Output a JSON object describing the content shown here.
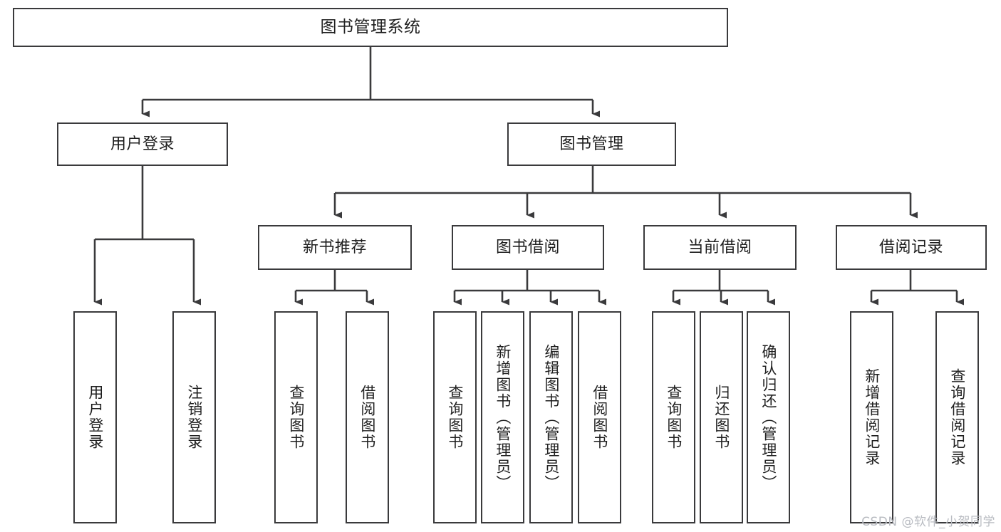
{
  "diagram": {
    "title": "图书管理系统",
    "type": "tree-hierarchy",
    "watermark": "CSDN @软件_小贺同学",
    "colors": {
      "background": "#ffffff",
      "node_border": "#3a3a3c",
      "node_fill": "#ffffff",
      "edge": "#3a3a3c",
      "text": "#1f1f1f",
      "watermark": "#b9bcc2"
    },
    "root": {
      "label": "图书管理系统"
    },
    "level1": [
      {
        "label": "用户登录"
      },
      {
        "label": "图书管理"
      }
    ],
    "level2": [
      {
        "label": "新书推荐"
      },
      {
        "label": "图书借阅"
      },
      {
        "label": "当前借阅"
      },
      {
        "label": "借阅记录"
      }
    ],
    "leaves": {
      "user_login": [
        {
          "label": "用户登录"
        },
        {
          "label": "注销登录"
        }
      ],
      "new_book_recommend": [
        {
          "label": "查询图书"
        },
        {
          "label": "借阅图书"
        }
      ],
      "book_borrow": [
        {
          "label": "查询图书"
        },
        {
          "label": "新增图书（管理员）"
        },
        {
          "label": "编辑图书（管理员）"
        },
        {
          "label": "借阅图书"
        }
      ],
      "current_borrow": [
        {
          "label": "查询图书"
        },
        {
          "label": "归还图书"
        },
        {
          "label": "确认归还（管理员）"
        }
      ],
      "borrow_record": [
        {
          "label": "新增借阅记录"
        },
        {
          "label": "查询借阅记录"
        }
      ]
    }
  }
}
